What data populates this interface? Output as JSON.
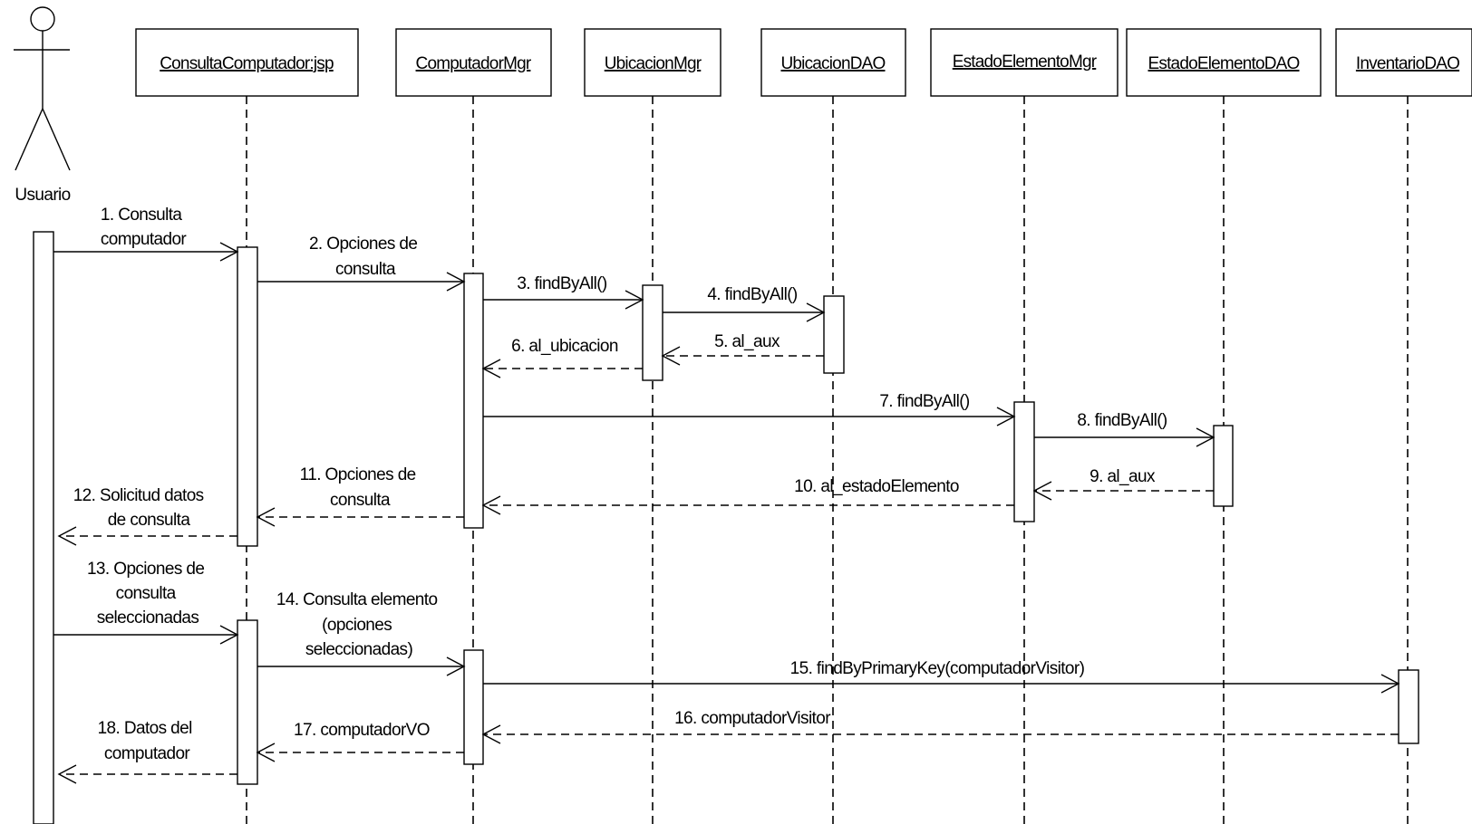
{
  "actor": {
    "name": "Usuario"
  },
  "lifelines": [
    "ConsultaComputador:jsp",
    "ComputadorMgr",
    "UbicacionMgr",
    "UbicacionDAO",
    "EstadoElementoMgr",
    "EstadoElementoDAO",
    "InventarioDAO"
  ],
  "messages": [
    {
      "lines": [
        "1. Consulta",
        "computador"
      ],
      "type": "call"
    },
    {
      "lines": [
        "2. Opciones de",
        "consulta"
      ],
      "type": "call"
    },
    {
      "lines": [
        "3. findByAll()"
      ],
      "type": "call"
    },
    {
      "lines": [
        "4. findByAll()"
      ],
      "type": "call"
    },
    {
      "lines": [
        "5. al_aux"
      ],
      "type": "return"
    },
    {
      "lines": [
        "6. al_ubicacion"
      ],
      "type": "return"
    },
    {
      "lines": [
        "7. findByAll()"
      ],
      "type": "call"
    },
    {
      "lines": [
        "8. findByAll()"
      ],
      "type": "call"
    },
    {
      "lines": [
        "9. al_aux"
      ],
      "type": "return"
    },
    {
      "lines": [
        "10. al_estadoElemento"
      ],
      "type": "return"
    },
    {
      "lines": [
        "11. Opciones de",
        "consulta"
      ],
      "type": "return"
    },
    {
      "lines": [
        "12. Solicitud datos",
        "de consulta"
      ],
      "type": "return"
    },
    {
      "lines": [
        "13. Opciones de",
        "consulta",
        "seleccionadas"
      ],
      "type": "call"
    },
    {
      "lines": [
        "14. Consulta elemento",
        "(opciones",
        "seleccionadas)"
      ],
      "type": "call"
    },
    {
      "lines": [
        "15. findByPrimaryKey(computadorVisitor)"
      ],
      "type": "call"
    },
    {
      "lines": [
        "16. computadorVisitor"
      ],
      "type": "return"
    },
    {
      "lines": [
        "17. computadorVO"
      ],
      "type": "return"
    },
    {
      "lines": [
        "18. Datos del",
        "computador"
      ],
      "type": "return"
    }
  ]
}
